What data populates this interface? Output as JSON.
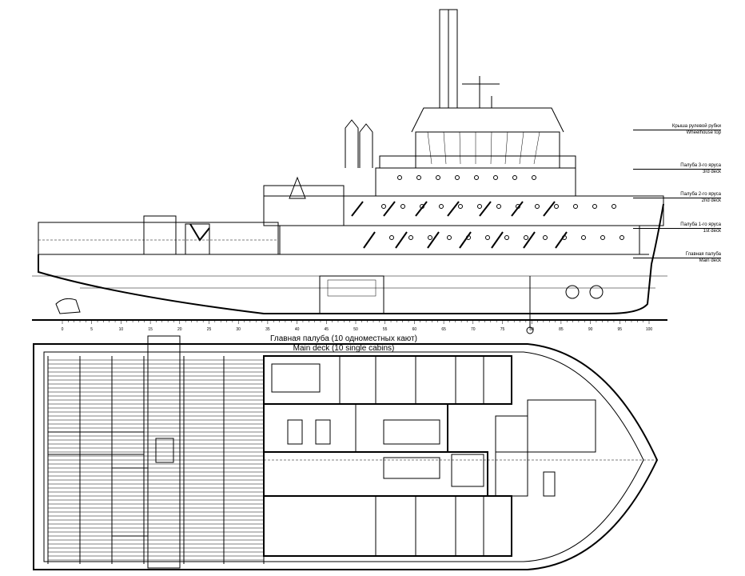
{
  "drawing": {
    "plan_title_ru": "Главная палуба (10 одноместных кают)",
    "plan_title_en": "Main deck (10 single cabins)",
    "deck_levels": [
      {
        "ru": "Крыша рулевой рубки",
        "en": "Wheelhouse top"
      },
      {
        "ru": "Палуба 3-го яруса",
        "en": "3rd deck"
      },
      {
        "ru": "Палуба 2-го яруса",
        "en": "2nd deck"
      },
      {
        "ru": "Палуба 1-го яруса",
        "en": "1st deck"
      },
      {
        "ru": "Главная палуба",
        "en": "Main deck"
      }
    ],
    "frame_numbers": [
      "0",
      "5",
      "10",
      "15",
      "20",
      "25",
      "30",
      "35",
      "40",
      "45",
      "50",
      "55",
      "60",
      "65",
      "70",
      "75",
      "80",
      "85",
      "90",
      "95",
      "100"
    ]
  }
}
